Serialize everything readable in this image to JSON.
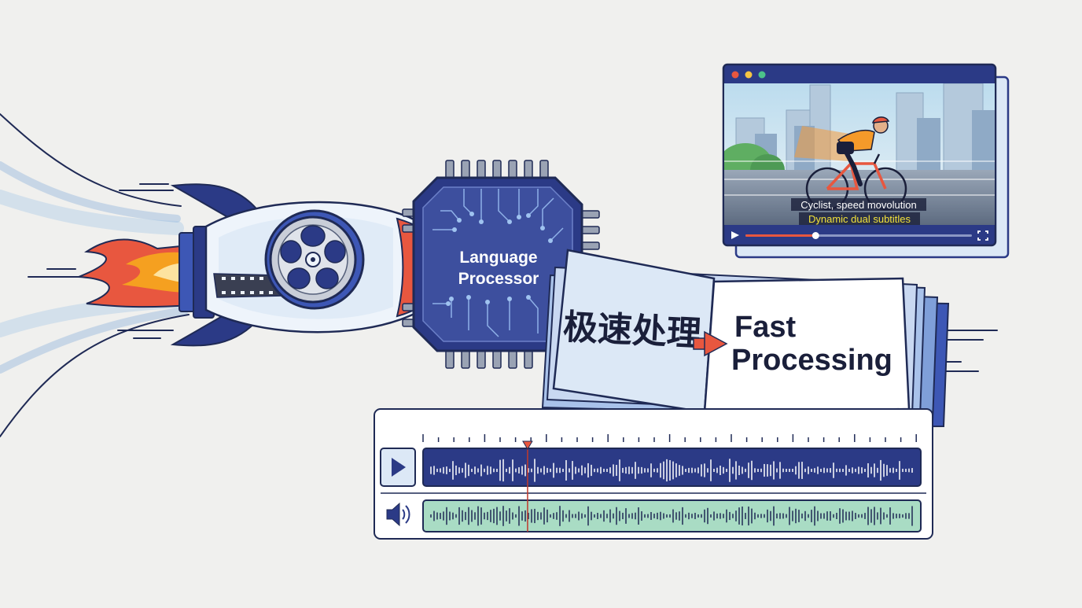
{
  "processor": {
    "label_line1": "Language",
    "label_line2": "Processor"
  },
  "translation_card": {
    "source_text": "极速处理",
    "target_line1": "Fast",
    "target_line2": "Processing"
  },
  "video_player": {
    "subtitle_primary": "Cyclist, speed movolution",
    "subtitle_secondary": "Dynamic dual subtitles",
    "playback_progress": 0.31
  },
  "timeline": {
    "playhead_position": 0.21
  },
  "icons": {
    "rocket": "rocket-icon",
    "film_reel": "film-reel-icon",
    "chip": "chip-icon",
    "play": "play-icon",
    "speaker": "speaker-icon",
    "fullscreen": "fullscreen-icon",
    "arrow": "arrow-right-icon"
  },
  "colors": {
    "navy": "#2b3a86",
    "light_blue": "#dce8f6",
    "accent_red": "#e8573f",
    "flame_orange": "#f5a020",
    "waveform_green": "#a9dcc4",
    "background": "#f0f0ee"
  }
}
